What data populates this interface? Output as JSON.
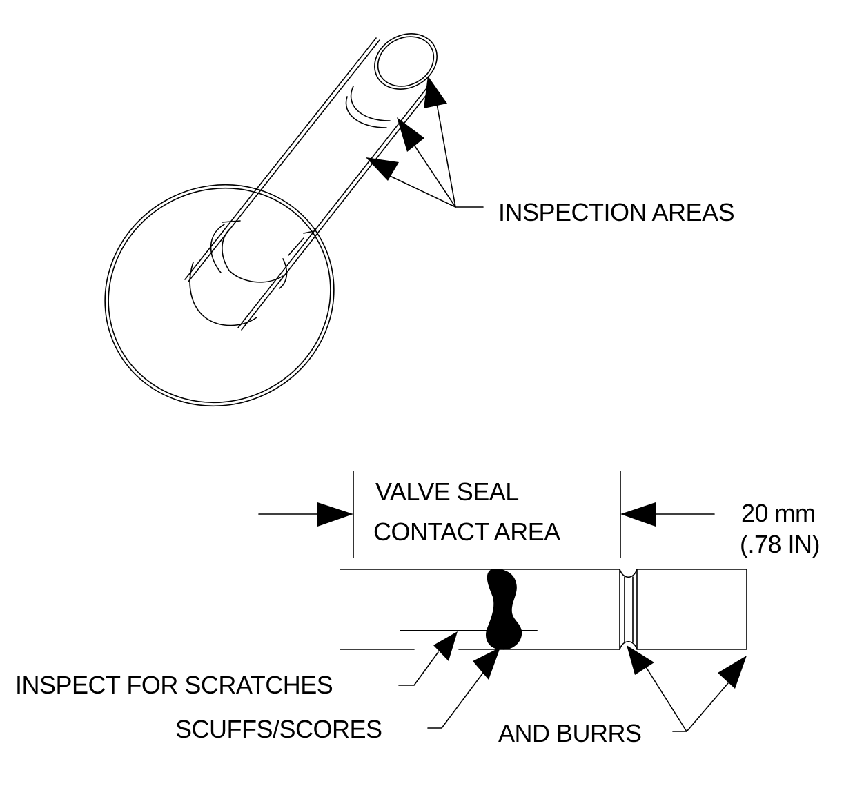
{
  "labels": {
    "inspection_areas": "INSPECTION AREAS",
    "valve_seal_line1": "VALVE SEAL",
    "valve_seal_line2": "CONTACT AREA",
    "dimension_mm": "20 mm",
    "dimension_in": "(.78 IN)",
    "inspect_scratches": "INSPECT FOR SCRATCHES",
    "scuffs_scores": "SCUFFS/SCORES",
    "and_burrs": "AND BURRS"
  },
  "colors": {
    "ink": "#000000",
    "paper": "#ffffff"
  }
}
